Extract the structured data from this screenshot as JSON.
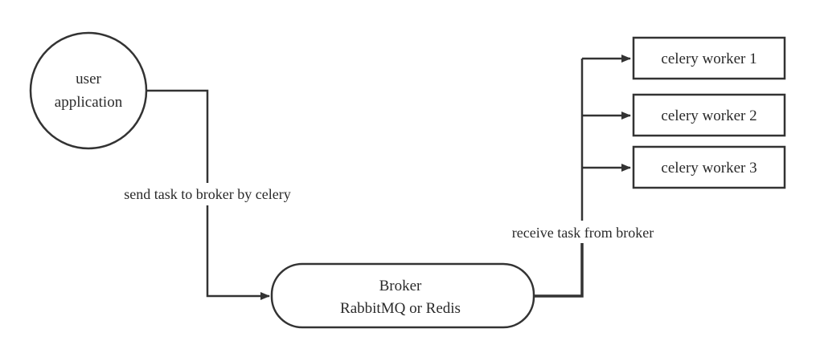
{
  "diagram": {
    "nodes": {
      "user_app": {
        "lines": [
          "user",
          "application"
        ],
        "shape": "circle"
      },
      "broker": {
        "lines": [
          "Broker",
          "RabbitMQ or Redis"
        ],
        "shape": "stadium"
      },
      "workers": [
        {
          "label": "celery worker 1",
          "shape": "rectangle"
        },
        {
          "label": "celery worker 2",
          "shape": "rectangle"
        },
        {
          "label": "celery worker 3",
          "shape": "rectangle"
        }
      ]
    },
    "edges": {
      "send": {
        "label": "send task to broker by celery",
        "from": "user_app",
        "to": "broker"
      },
      "receive": {
        "label": "receive task from broker",
        "from": "broker",
        "to": [
          "celery worker 1",
          "celery worker 2",
          "celery worker 3"
        ]
      }
    },
    "colors": {
      "stroke": "#333333",
      "text": "#2a2a2a",
      "background": "#ffffff"
    }
  }
}
